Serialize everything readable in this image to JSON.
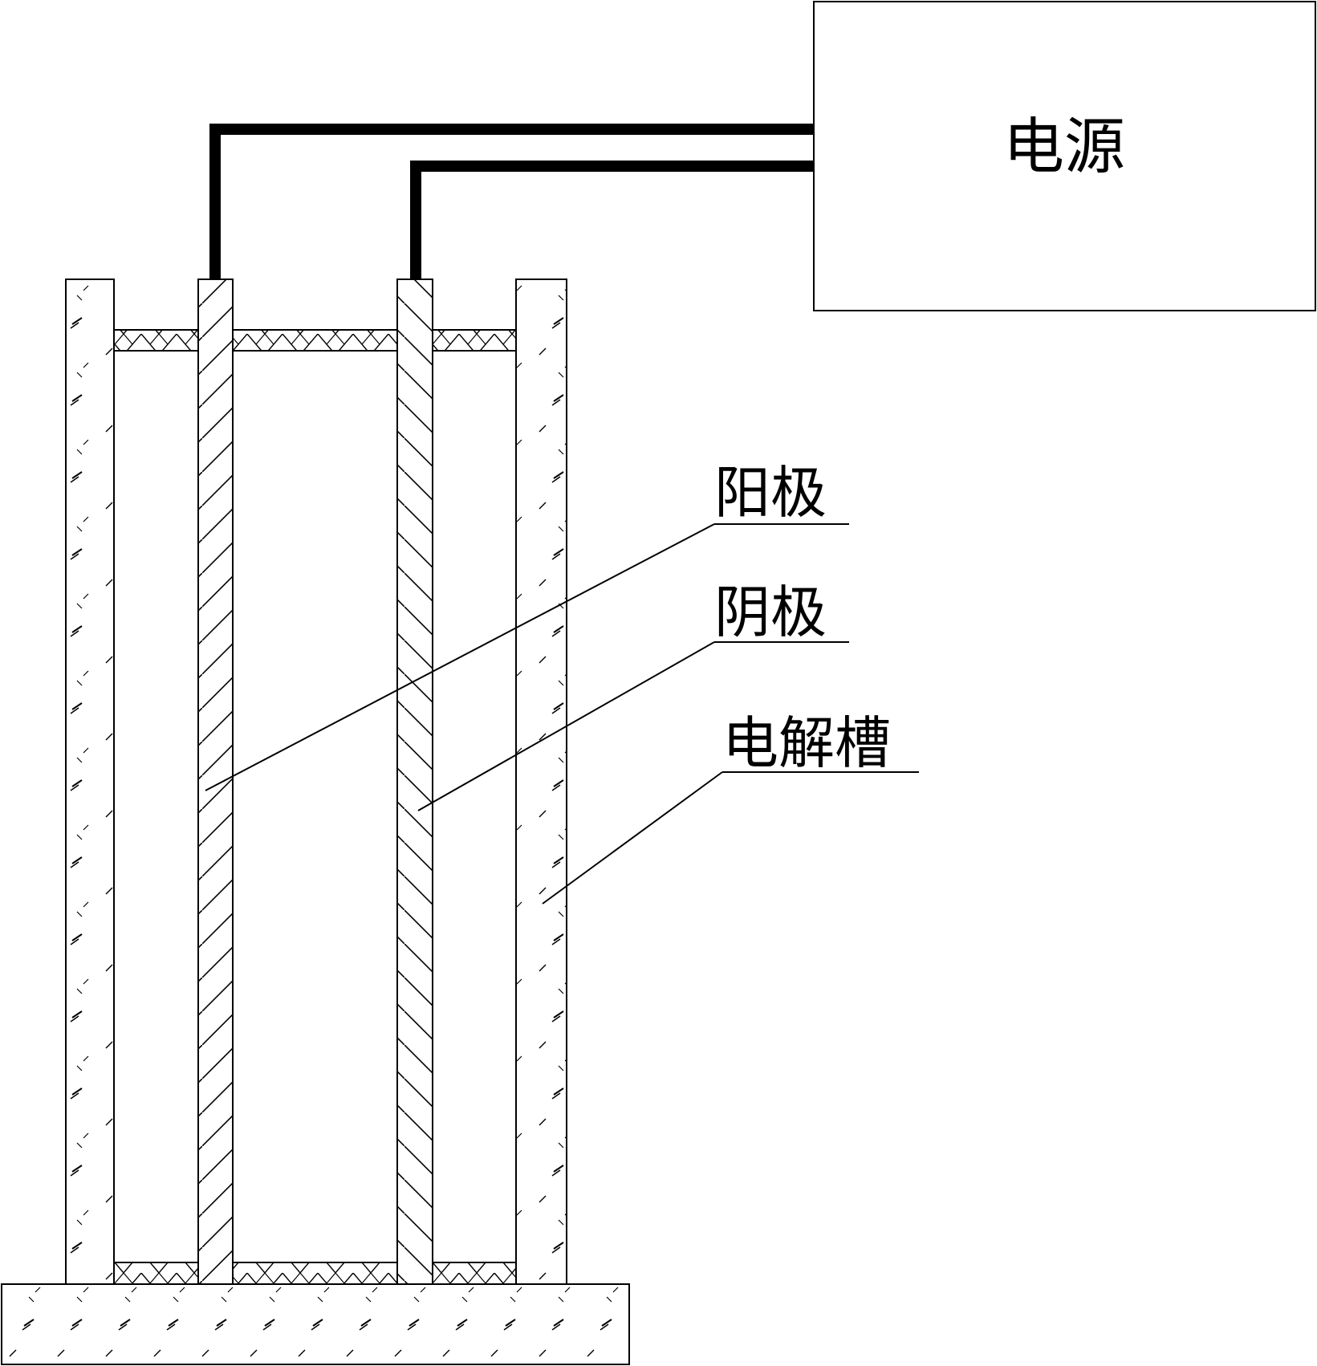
{
  "power_supply": {
    "label": "电源"
  },
  "labels": {
    "anode": "阳极",
    "cathode": "阴极",
    "cell": "电解槽"
  },
  "colors": {
    "line": "#000000",
    "background": "#ffffff"
  }
}
